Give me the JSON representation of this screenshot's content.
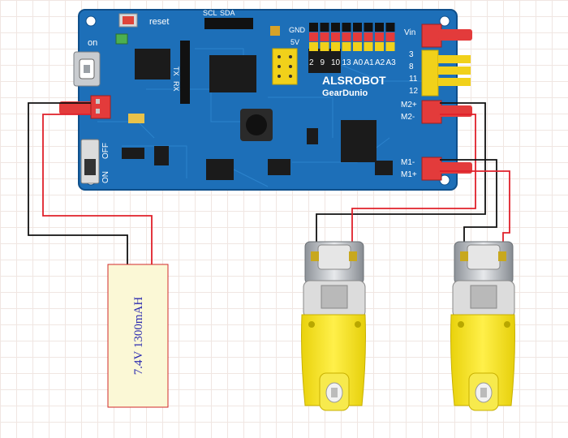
{
  "board": {
    "brand": "ALSROBOT",
    "model": "GearDunio",
    "reset_label": "reset",
    "on_label": "on",
    "switch_on": "ON",
    "switch_off": "OFF",
    "i2c_scl": "SCL",
    "i2c_sda": "SDA",
    "gnd_label": "GND",
    "v5_label": "5V",
    "vin_label": "Vin",
    "rx_label": "RX",
    "tx_label": "TX",
    "pin_labels": [
      "2",
      "9",
      "10",
      "13",
      "A0",
      "A1",
      "A2",
      "A3"
    ],
    "right_pins": [
      "3",
      "8",
      "11",
      "12"
    ],
    "m2_plus": "M2+",
    "m2_minus": "M2-",
    "m1_minus": "M1-",
    "m1_plus": "M1+"
  },
  "battery": {
    "label": "7.4V 1300mAH"
  },
  "colors": {
    "pcb": "#1d6fb8",
    "wire_black": "#111111",
    "wire_red": "#e0202a",
    "motor_yellow": "#f5e31a",
    "battery_fill": "#fbf8d6"
  },
  "icons": [
    "switch-icon",
    "usb-port-icon",
    "chip-icon",
    "motor-icon",
    "battery-icon"
  ]
}
